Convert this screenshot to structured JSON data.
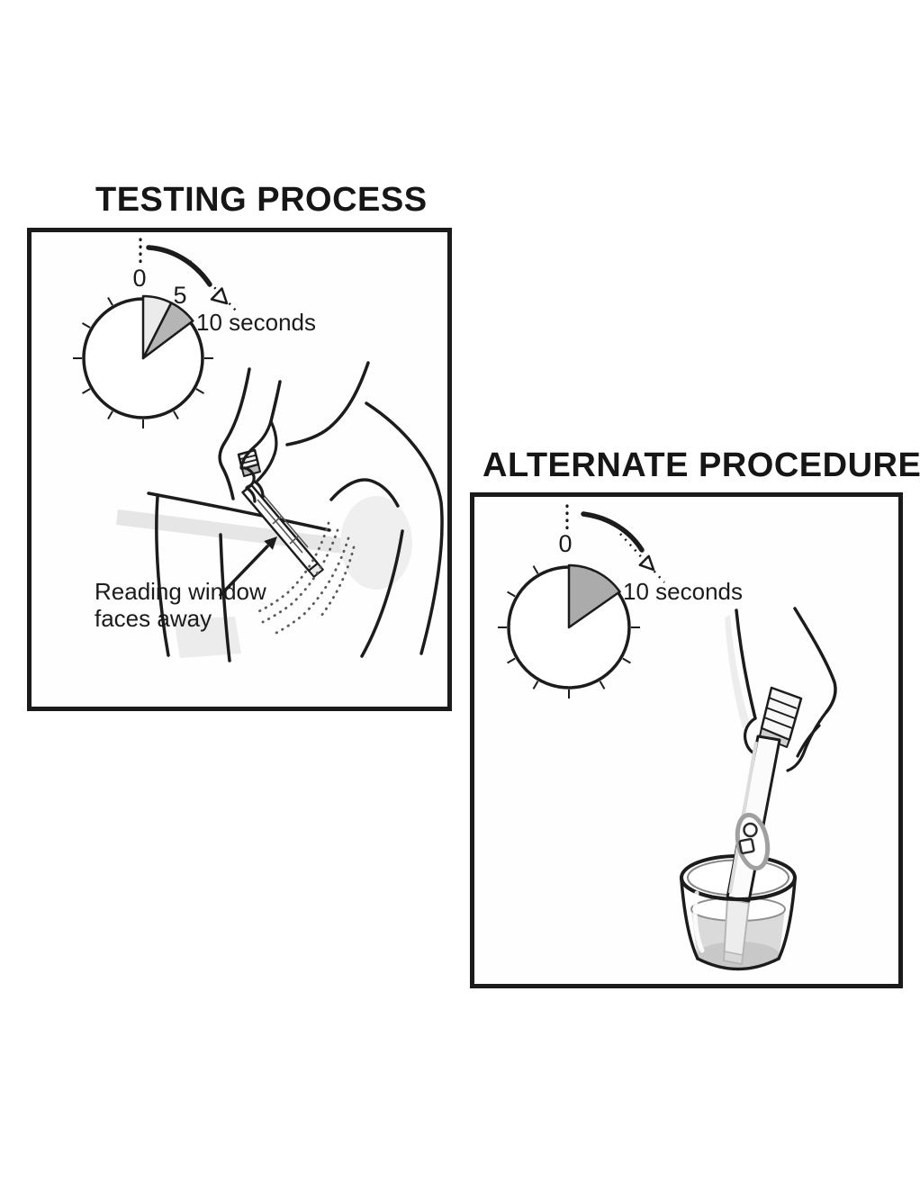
{
  "document": {
    "background": "#ffffff",
    "description": "Instructional diagram with two panels showing test timing"
  },
  "panels": {
    "testing": {
      "title": "TESTING PROCESS",
      "timer": {
        "start_label": "0",
        "mid_label": "5",
        "end_label": "10 seconds"
      },
      "annotation": {
        "line1": "Reading window",
        "line2": "faces away"
      }
    },
    "alternate": {
      "title": "ALTERNATE PROCEDURE",
      "timer": {
        "start_label": "0",
        "end_label": "10 seconds"
      }
    }
  },
  "colors": {
    "ink": "#1b1b1b",
    "timer_wedge_light": "#ebebeb",
    "timer_wedge_dark": "#b5b5b5",
    "timer_wedge_alt": "#ababab",
    "cup_liquid": "#dadada",
    "cup_liquid_deep": "#c8c8c8",
    "body_shading": "#e6e6e6"
  }
}
